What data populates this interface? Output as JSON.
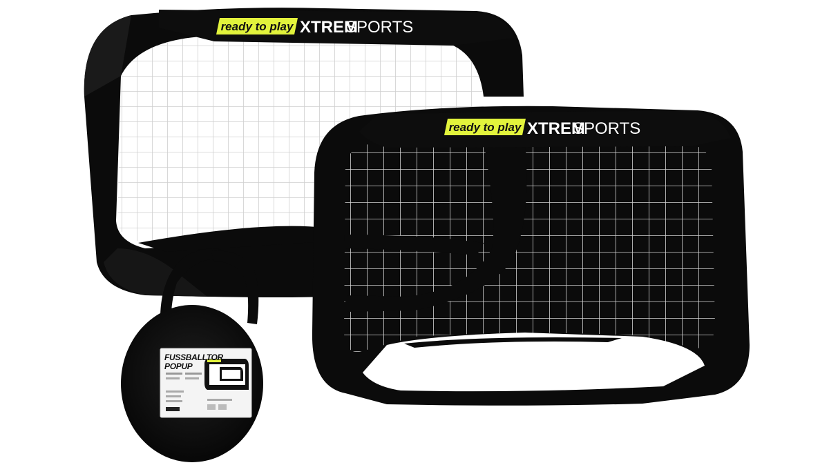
{
  "brand": {
    "tagline": "ready to play",
    "name_bold": "XTREM",
    "name_light": "SPORTS",
    "accent_color": "#e2f33c"
  },
  "package": {
    "title_line1": "FUSSBALLTOR",
    "title_line2": "POPUP"
  },
  "colors": {
    "frame": "#0b0b0b",
    "net": "#e9e9e9",
    "background": "#ffffff"
  }
}
